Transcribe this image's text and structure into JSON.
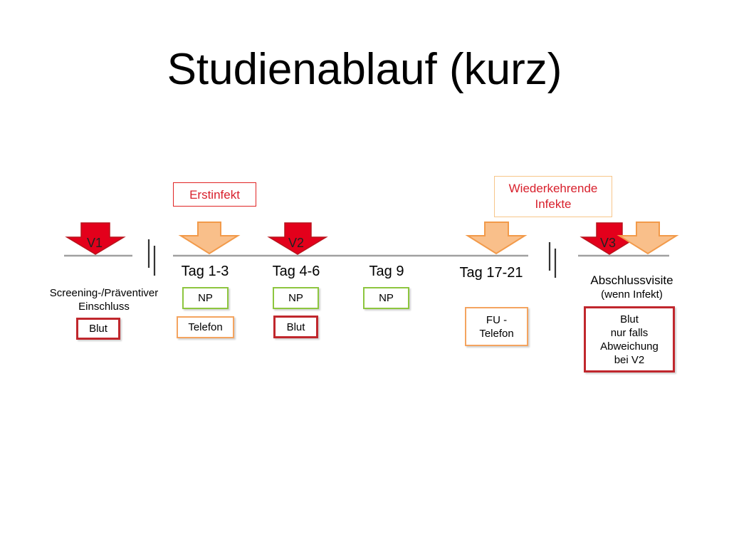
{
  "title": "Studienablauf (kurz)",
  "callouts": {
    "erstinfekt": "Erstinfekt",
    "wiederkehrend_line1": "Wiederkehrende",
    "wiederkehrend_line2": "Infekte"
  },
  "visits": {
    "v1": "V1",
    "v2": "V2",
    "v3": "V3"
  },
  "timepoints": {
    "v1_label_line1": "Screening-/Präventiver",
    "v1_label_line2": "Einschluss",
    "tag_1_3": "Tag 1-3",
    "tag_4_6": "Tag 4-6",
    "tag_9": "Tag 9",
    "tag_17_21": "Tag 17-21",
    "abschluss": "Abschlussvisite",
    "abschluss_sub": "(wenn Infekt)"
  },
  "boxes": {
    "v1_blut": "Blut",
    "np_1": "NP",
    "telefon_1": "Telefon",
    "np_2": "NP",
    "blut_2": "Blut",
    "np_3": "NP",
    "fu_line1": "FU -",
    "fu_line2": "Telefon",
    "v3_line1": "Blut",
    "v3_line2": "nur falls",
    "v3_line3": "Abweichung",
    "v3_line4": "bei V2"
  },
  "colors": {
    "red_arrow": "#e3001b",
    "red_arrow_edge": "#b8141c",
    "orange_arrow": "#f9bf8a",
    "orange_arrow_edge": "#f29a4a",
    "timeline": "#a0a0a0",
    "box_red": "#c0272d",
    "box_orange": "#f4a460",
    "box_green": "#8dc63f"
  },
  "icons": {
    "red_arrow": "down-arrow-red",
    "orange_arrow": "down-arrow-orange",
    "break": "timeline-break-marks"
  }
}
